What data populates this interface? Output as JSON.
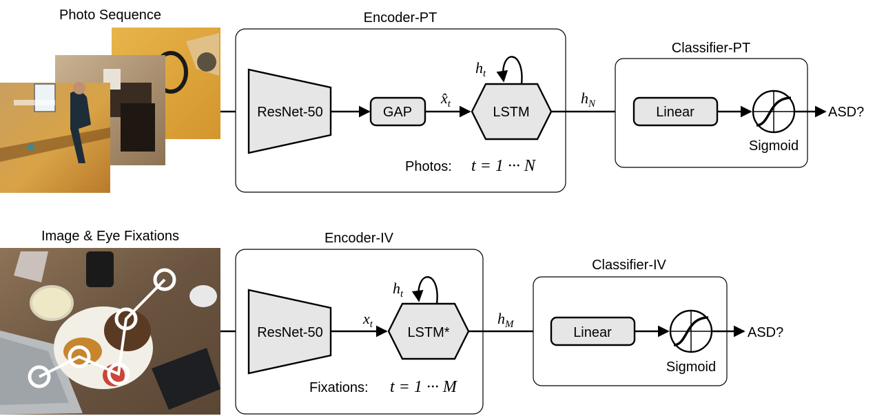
{
  "top": {
    "input_title": "Photo Sequence",
    "encoder_title": "Encoder-PT",
    "classifier_title": "Classifier-PT",
    "backbone": "ResNet-50",
    "pool": "GAP",
    "recurrent": "LSTM",
    "linear": "Linear",
    "sigmoid": "Sigmoid",
    "output": "ASD?",
    "feature_var": "x̂",
    "feature_sub": "t",
    "hidden_var": "h",
    "hidden_sub": "t",
    "final_var": "h",
    "final_sub": "N",
    "loop_caption": "Photos:",
    "loop_range": "t = 1 ··· N"
  },
  "bottom": {
    "input_title": "Image & Eye Fixations",
    "encoder_title": "Encoder-IV",
    "classifier_title": "Classifier-IV",
    "backbone": "ResNet-50",
    "recurrent": "LSTM*",
    "linear": "Linear",
    "sigmoid": "Sigmoid",
    "output": "ASD?",
    "feature_var": "x",
    "feature_sub": "t",
    "hidden_var": "h",
    "hidden_sub": "t",
    "final_var": "h",
    "final_sub": "M",
    "loop_caption": "Fixations:",
    "loop_range": "t = 1 ··· M"
  },
  "colors": {
    "block_fill": "#e6e6e6",
    "stroke": "#000000",
    "fixation_marker": "#ffffff",
    "photo_tone": "#d89a3c"
  },
  "icons": [
    "photo-thumbnail",
    "sigmoid-icon",
    "fixation-circle"
  ]
}
